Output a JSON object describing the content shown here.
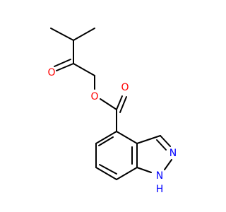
{
  "molecule": {
    "atoms": {
      "oxygen_ester": "O",
      "oxygen_ketone": "O",
      "oxygen_carbonyl": "O",
      "nitrogen_ring": "N",
      "nitrogen_h_n": "N",
      "nitrogen_h_h": "H"
    },
    "colors": {
      "oxygen": "#ff0000",
      "nitrogen": "#0000ff",
      "bond": "#000000"
    }
  }
}
